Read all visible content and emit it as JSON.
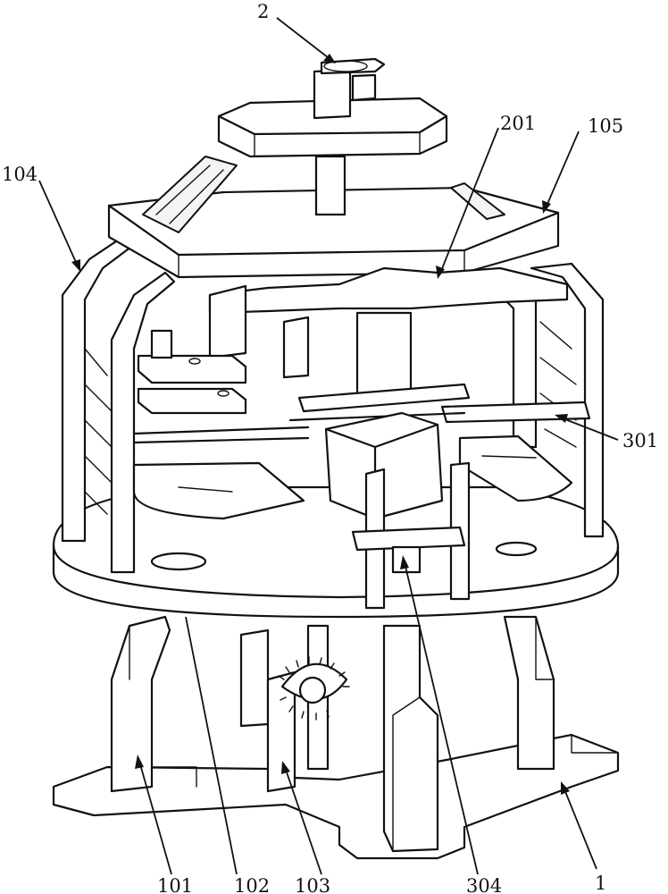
{
  "labels": {
    "l2": "2",
    "l201": "201",
    "l105": "105",
    "l104": "104",
    "l301": "301",
    "l101": "101",
    "l102": "102",
    "l103": "103",
    "l304": "304",
    "l1": "1"
  }
}
